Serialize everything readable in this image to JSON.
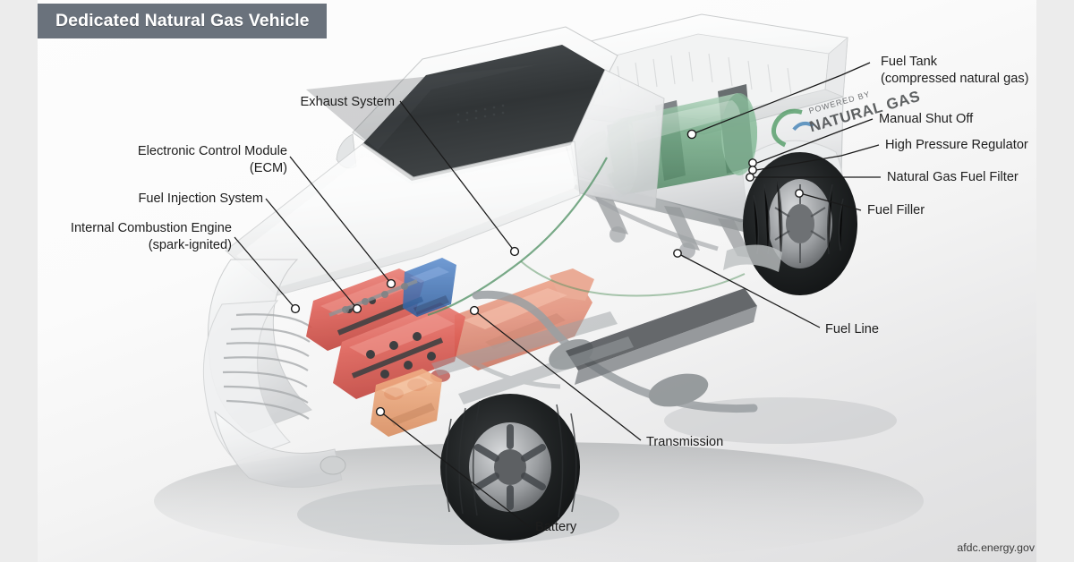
{
  "title": {
    "text": "Dedicated Natural Gas Vehicle"
  },
  "credit": {
    "text": "afdc.energy.gov"
  },
  "decal": {
    "line1": "POWERED BY",
    "line2": "NATURAL GAS"
  },
  "colors": {
    "title_bar": "#6a727c",
    "title_text": "#ffffff",
    "label_text": "#1d1d1d",
    "leader_line": "#1a1a1a",
    "background": "#ededed",
    "canvas_light": "#fdfdfd",
    "canvas_dark": "#dedede",
    "fuel_tank_green": "#6aa57f",
    "engine_red": "#e0645c",
    "transmission_salmon": "#e8apricot",
    "ecm_blue": "#3d72b8",
    "battery_orange": "#e8a070",
    "glass_dark": "#2c2f31",
    "tire_black": "#1c1c1c"
  },
  "callouts": [
    {
      "id": "fuel-tank",
      "side": "right",
      "label": "Fuel Tank",
      "sublabel": "(compressed natural gas)"
    },
    {
      "id": "manual-shut-off",
      "side": "right",
      "label": "Manual Shut Off",
      "sublabel": ""
    },
    {
      "id": "high-pressure-regulator",
      "side": "right",
      "label": "High Pressure Regulator",
      "sublabel": ""
    },
    {
      "id": "natural-gas-fuel-filter",
      "side": "right",
      "label": "Natural Gas Fuel Filter",
      "sublabel": ""
    },
    {
      "id": "fuel-filler",
      "side": "right",
      "label": "Fuel Filler",
      "sublabel": ""
    },
    {
      "id": "fuel-line",
      "side": "right",
      "label": "Fuel Line",
      "sublabel": ""
    },
    {
      "id": "exhaust-system",
      "side": "left",
      "label": "Exhaust System",
      "sublabel": ""
    },
    {
      "id": "electronic-control-module",
      "side": "left",
      "label": "Electronic Control Module",
      "sublabel": "(ECM)"
    },
    {
      "id": "fuel-injection-system",
      "side": "left",
      "label": "Fuel Injection System",
      "sublabel": ""
    },
    {
      "id": "internal-combustion-engine",
      "side": "left",
      "label": "Internal Combustion Engine",
      "sublabel": "(spark-ignited)"
    },
    {
      "id": "transmission",
      "side": "bottom",
      "label": "Transmission",
      "sublabel": ""
    },
    {
      "id": "battery",
      "side": "bottom",
      "label": "Battery",
      "sublabel": ""
    }
  ]
}
